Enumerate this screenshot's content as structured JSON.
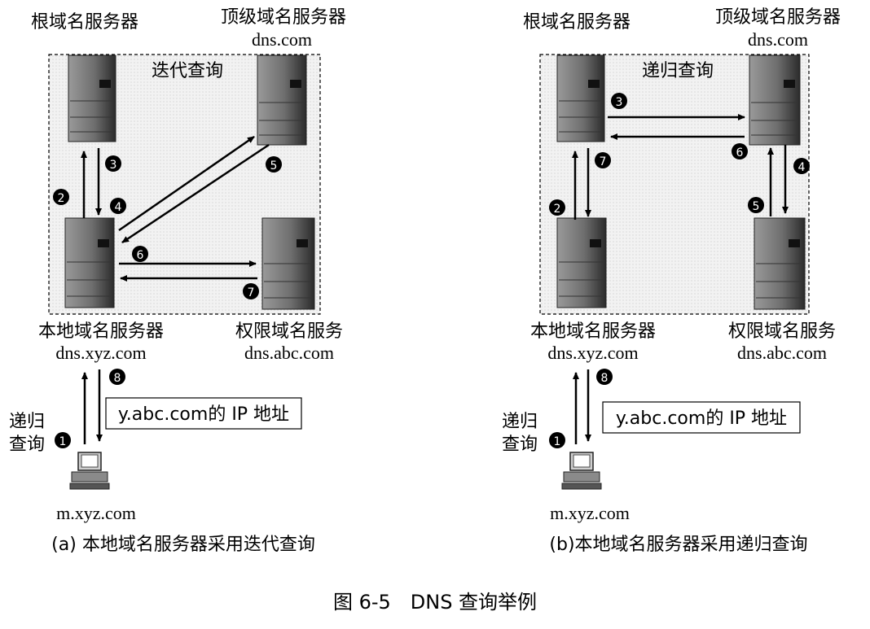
{
  "figure_caption": "图 6-5　DNS 查询举例",
  "panels": [
    {
      "caption": "(a) 本地域名服务器采用迭代查询",
      "box_title": "迭代查询",
      "root_label": "根域名服务器",
      "tld_label": "顶级域名服务器",
      "tld_host": "dns.com",
      "local_label": "本地域名服务器",
      "local_host": "dns.xyz.com",
      "auth_label": "权限域名服务",
      "auth_host": "dns.abc.com",
      "query_label_line1": "递归",
      "query_label_line2": "查询",
      "answer_box": "y.abc.com的 IP 地址",
      "client_host": "m.xyz.com",
      "steps": [
        "1",
        "2",
        "3",
        "4",
        "5",
        "6",
        "7",
        "8"
      ]
    },
    {
      "caption": "(b)本地域名服务器采用递归查询",
      "box_title": "递归查询",
      "root_label": "根域名服务器",
      "tld_label": "顶级域名服务器",
      "tld_host": "dns.com",
      "local_label": "本地域名服务器",
      "local_host": "dns.xyz.com",
      "auth_label": "权限域名服务",
      "auth_host": "dns.abc.com",
      "query_label_line1": "递归",
      "query_label_line2": "查询",
      "answer_box": "y.abc.com的 IP 地址",
      "client_host": "m.xyz.com",
      "steps": [
        "1",
        "2",
        "3",
        "4",
        "5",
        "6",
        "7",
        "8"
      ]
    }
  ]
}
